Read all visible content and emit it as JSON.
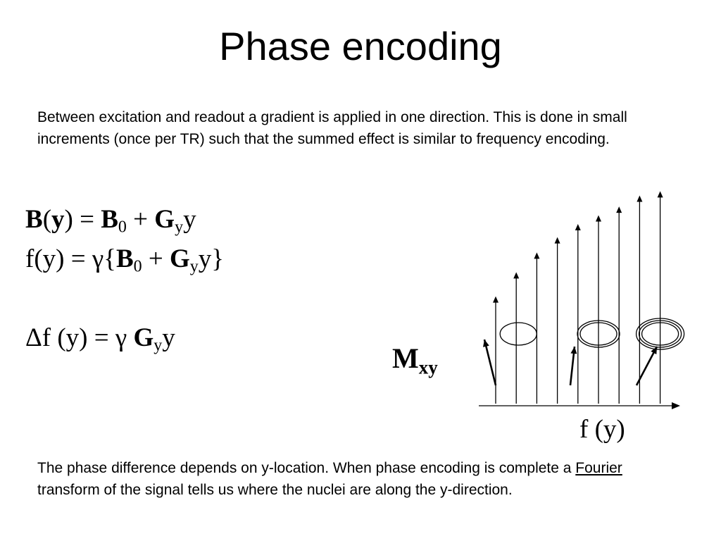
{
  "title": "Phase encoding",
  "intro_text": "Between excitation and readout a gradient is applied in one direction.  This is done in small increments (once per TR) such that the summed effect is similar to frequency encoding.",
  "equations": {
    "eq1": {
      "lhs_b": "B",
      "lhs_rest": "(",
      "lhs_y": "y",
      "lhs_close": ") = ",
      "b": "B",
      "b_sub": "0",
      "plus": " + ",
      "g": "G",
      "g_sub": "y",
      "tail": "y"
    },
    "eq2": {
      "lhs": "f(y) = γ{",
      "b": "B",
      "b_sub": "0",
      "plus": " + ",
      "g": "G",
      "g_sub": "y",
      "tail": "y}"
    },
    "eq3": {
      "lhs": "Δf (y) = γ ",
      "g": "G",
      "g_sub": "y",
      "tail": "y"
    }
  },
  "diagram": {
    "magnetization_label": "M",
    "magnetization_sub": "xy",
    "axis_label": "f (y)",
    "field_arrow_levels": [
      0.49,
      0.6,
      0.69,
      0.76,
      0.82,
      0.86,
      0.9,
      0.95,
      0.97
    ],
    "spin_groups": [
      {
        "ring_count": 1,
        "column": 1
      },
      {
        "ring_count": 2,
        "column": 5
      },
      {
        "ring_count": 3,
        "column": 8
      }
    ]
  },
  "closing_text": {
    "part1": "The phase difference depends on y-location.  When phase encoding is complete a ",
    "link": "Fourier",
    "part2": " transform of the signal tells us where the nuclei are along the y-direction."
  }
}
